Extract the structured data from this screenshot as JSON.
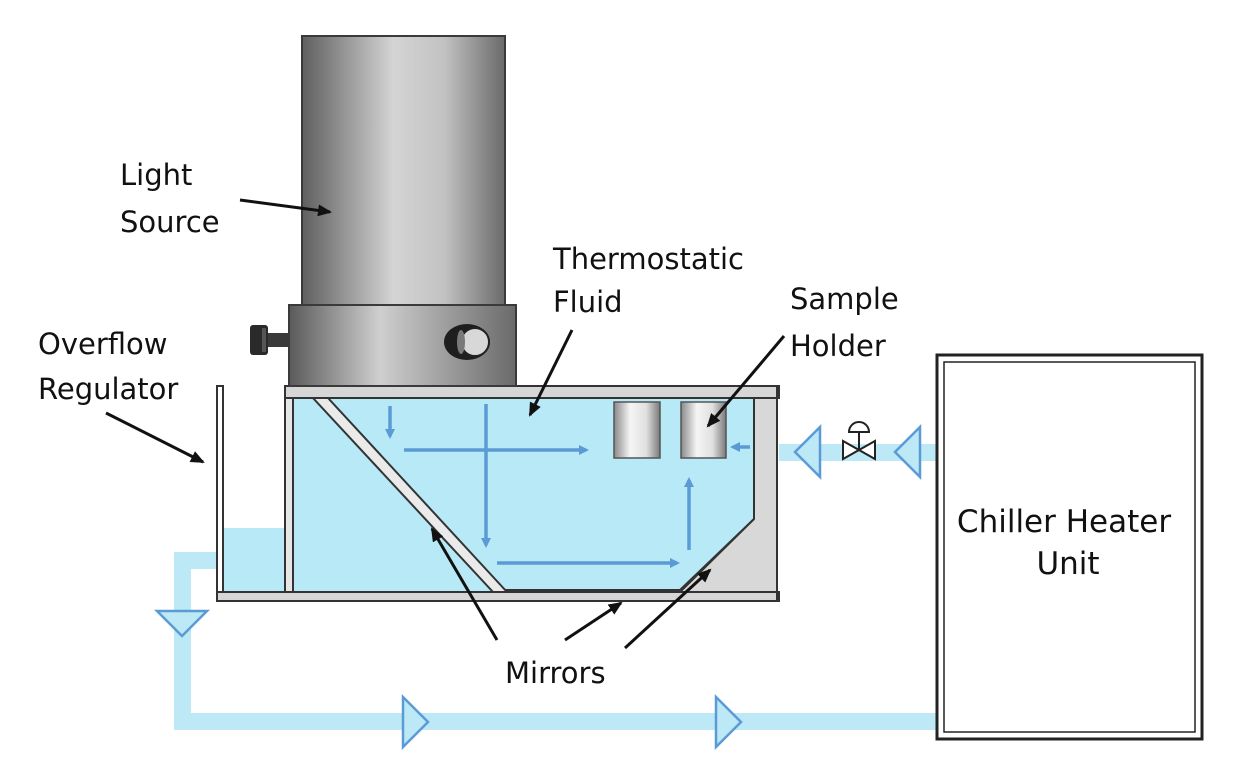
{
  "labels": {
    "light_source": [
      "Light",
      "Source"
    ],
    "overflow_regulator": [
      "Overflow",
      "Regulator"
    ],
    "thermostatic_fluid": [
      "Thermostatic",
      "Fluid"
    ],
    "sample_holder": [
      "Sample",
      "Holder"
    ],
    "mirrors": "Mirrors",
    "chiller_heater_unit": [
      "Chiller Heater",
      "Unit"
    ]
  },
  "colors": {
    "fluid": "#b7e9f7",
    "pipe": "#bde8f5",
    "flow_arrow": "#5b9bd5",
    "tank_wall": "#d8d8d8",
    "outline": "#333333",
    "lamp_dark": "#6e6e6e",
    "lamp_light": "#d9d9d9"
  }
}
